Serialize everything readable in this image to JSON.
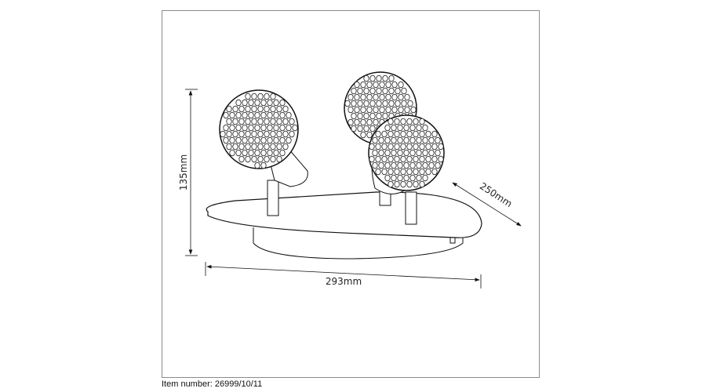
{
  "dimensions": {
    "height": "135mm",
    "width": "293mm",
    "depth": "250mm"
  },
  "footer": {
    "item_number": "Item number: 26999/10/11"
  }
}
